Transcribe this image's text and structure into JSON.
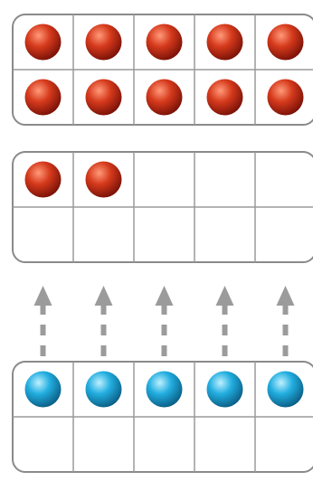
{
  "colors": {
    "frame_stroke": "#8a8a8a",
    "grid_stroke": "#9a9a9a",
    "arrow": "#9b9b9b",
    "red_ball_light": "#ff9a7a",
    "red_ball_mid": "#d63a1c",
    "red_ball_dark": "#7a1208",
    "blue_ball_light": "#bff0ff",
    "blue_ball_mid": "#22aee0",
    "blue_ball_dark": "#0b5f86"
  },
  "frames": [
    {
      "name": "top-ten-frame",
      "rows": 2,
      "cols": 5,
      "filled_cells": 10,
      "ball_color": "red"
    },
    {
      "name": "middle-ten-frame",
      "rows": 2,
      "cols": 5,
      "filled_cells": 2,
      "ball_color": "red"
    },
    {
      "name": "bottom-ten-frame",
      "rows": 2,
      "cols": 5,
      "filled_cells": 5,
      "ball_color": "blue"
    }
  ],
  "arrows": {
    "count": 5,
    "direction": "up",
    "style": "dashed"
  }
}
